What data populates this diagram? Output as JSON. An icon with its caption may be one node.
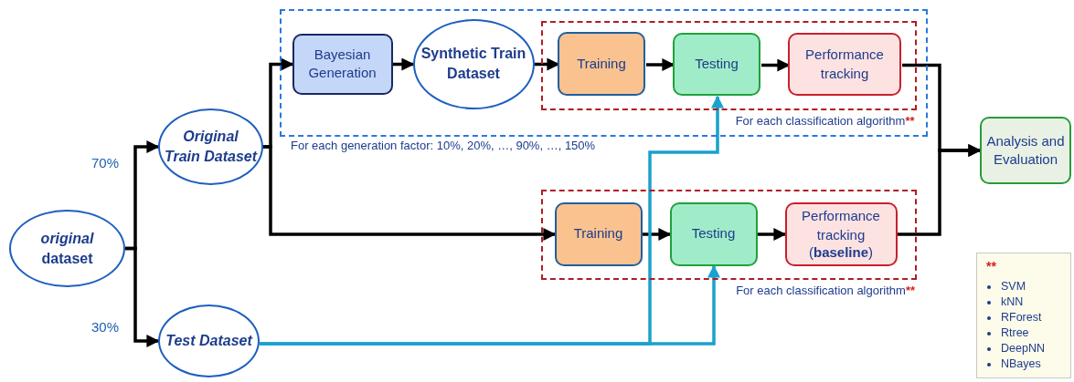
{
  "diagram": {
    "nodes": [
      {
        "text": [
          "*original* dataset"
        ]
      },
      {
        "text": [
          "Original Train Dataset"
        ]
      },
      {
        "text": [
          "Test Dataset"
        ]
      },
      {
        "text": [
          "For each generation factor: 10%, 20%, …, 90%, …, 150%"
        ]
      },
      {
        "text": [
          "Bayesian Generation"
        ],
        "in": 3
      },
      {
        "text": [
          "Synthetic Train Dataset"
        ],
        "in": 3
      },
      {
        "text": [
          "For each classification algorithm",
          "**"
        ],
        "in": 3
      },
      {
        "text": [
          "Training"
        ],
        "in": 6
      },
      {
        "text": [
          "Testing"
        ],
        "in": 6
      },
      {
        "text": [
          "Performance tracking"
        ],
        "in": 6
      },
      {
        "text": [
          "For each classification algorithm",
          "**"
        ]
      },
      {
        "text": [
          "Training"
        ],
        "in": 10
      },
      {
        "text": [
          "Testing"
        ],
        "in": 10
      },
      {
        "text": [
          "Performance tracking",
          "(**baseline**)"
        ],
        "in": 10
      },
      {
        "text": [
          "Analysis and Evaluation"
        ]
      },
      {
        "text": [
          "**",
          "SVM",
          "kNN",
          "RForest",
          "Rtree",
          "DeepNN",
          "NBayes"
        ]
      }
    ],
    "edges": [
      {
        "from": 0,
        "to": 1,
        "arrow": "to",
        "label": "70%"
      },
      {
        "from": 0,
        "to": 2,
        "arrow": "to",
        "label": "30%"
      },
      {
        "from": 1,
        "to": 4,
        "arrow": "to"
      },
      {
        "from": 1,
        "to": 11,
        "arrow": "to"
      },
      {
        "from": 4,
        "to": 5,
        "arrow": "to"
      },
      {
        "from": 5,
        "to": 7,
        "arrow": "to"
      },
      {
        "from": 7,
        "to": 8,
        "arrow": "to"
      },
      {
        "from": 8,
        "to": 9,
        "arrow": "to"
      },
      {
        "from": 9,
        "to": 14,
        "arrow": "to"
      },
      {
        "from": 11,
        "to": 12,
        "arrow": "to"
      },
      {
        "from": 12,
        "to": 13,
        "arrow": "to"
      },
      {
        "from": 13,
        "to": 14,
        "arrow": "to"
      },
      {
        "from": 2,
        "to": 8,
        "arrow": "to",
        "color": "#1ba1cc"
      },
      {
        "from": 2,
        "to": 12,
        "arrow": "to",
        "color": "#1ba1cc"
      }
    ]
  }
}
